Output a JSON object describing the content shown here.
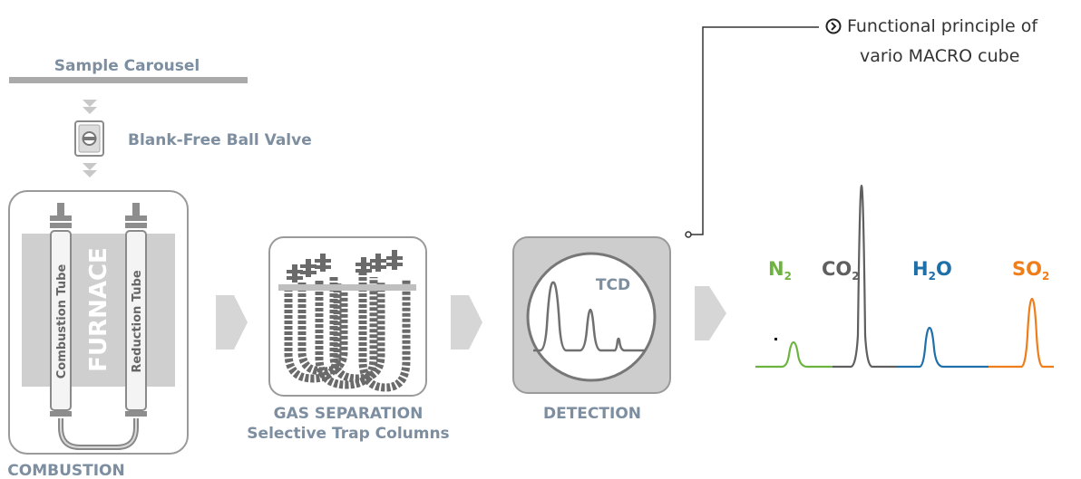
{
  "callout": {
    "line1": "Functional principle of",
    "line2": "vario MACRO cube",
    "icon": "circle-chevron-right-icon"
  },
  "stages": {
    "carousel": "Sample Carousel",
    "ball_valve": "Blank-Free Ball Valve",
    "furnace": "FURNACE",
    "combustion_tube": "Combustion Tube",
    "reduction_tube": "Reduction Tube",
    "combustion": "COMBUSTION",
    "gas_separation": "GAS SEPARATION",
    "trap_columns": "Selective Trap Columns",
    "tcd": "TCD",
    "detection": "DETECTION"
  },
  "peaks": [
    {
      "main": "N",
      "sub": "2",
      "tail": "",
      "color": "#6db33f"
    },
    {
      "main": "CO",
      "sub": "2",
      "tail": "",
      "color": "#5f5f5f"
    },
    {
      "main": "H",
      "sub": "2",
      "tail": "O",
      "color": "#1f6fa8"
    },
    {
      "main": "SO",
      "sub": "2",
      "tail": "",
      "color": "#ef7d1a"
    }
  ],
  "colors": {
    "label": "#7c8ea0",
    "panel": "#d3d3d3",
    "box_border": "#999999",
    "arrow": "#d6d6d6"
  }
}
